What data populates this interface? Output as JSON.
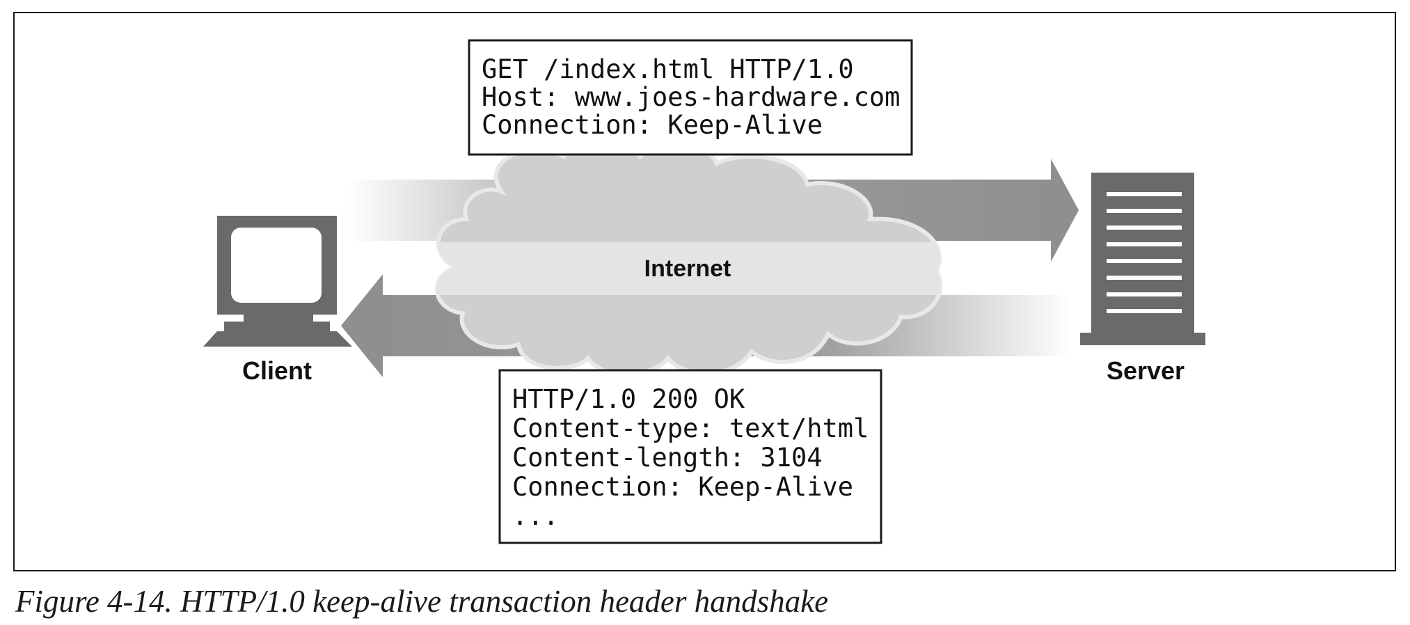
{
  "figure": {
    "caption": "Figure 4-14. HTTP/1.0 keep-alive transaction header handshake"
  },
  "nodes": {
    "client_label": "Client",
    "server_label": "Server",
    "cloud_label": "Internet"
  },
  "request": {
    "lines": [
      "GET /index.html HTTP/1.0",
      "Host: www.joes-hardware.com",
      "Connection: Keep-Alive"
    ]
  },
  "response": {
    "lines": [
      "HTTP/1.0 200 OK",
      "Content-type: text/html",
      "Content-length: 3104",
      "Connection: Keep-Alive",
      "..."
    ]
  },
  "colors": {
    "border": "#1a1a1a",
    "arrow": "#8f8f8f",
    "cloud": "#c9c9c9",
    "cloud_band": "#e6e6e6",
    "computer": "#6a6a6a"
  }
}
